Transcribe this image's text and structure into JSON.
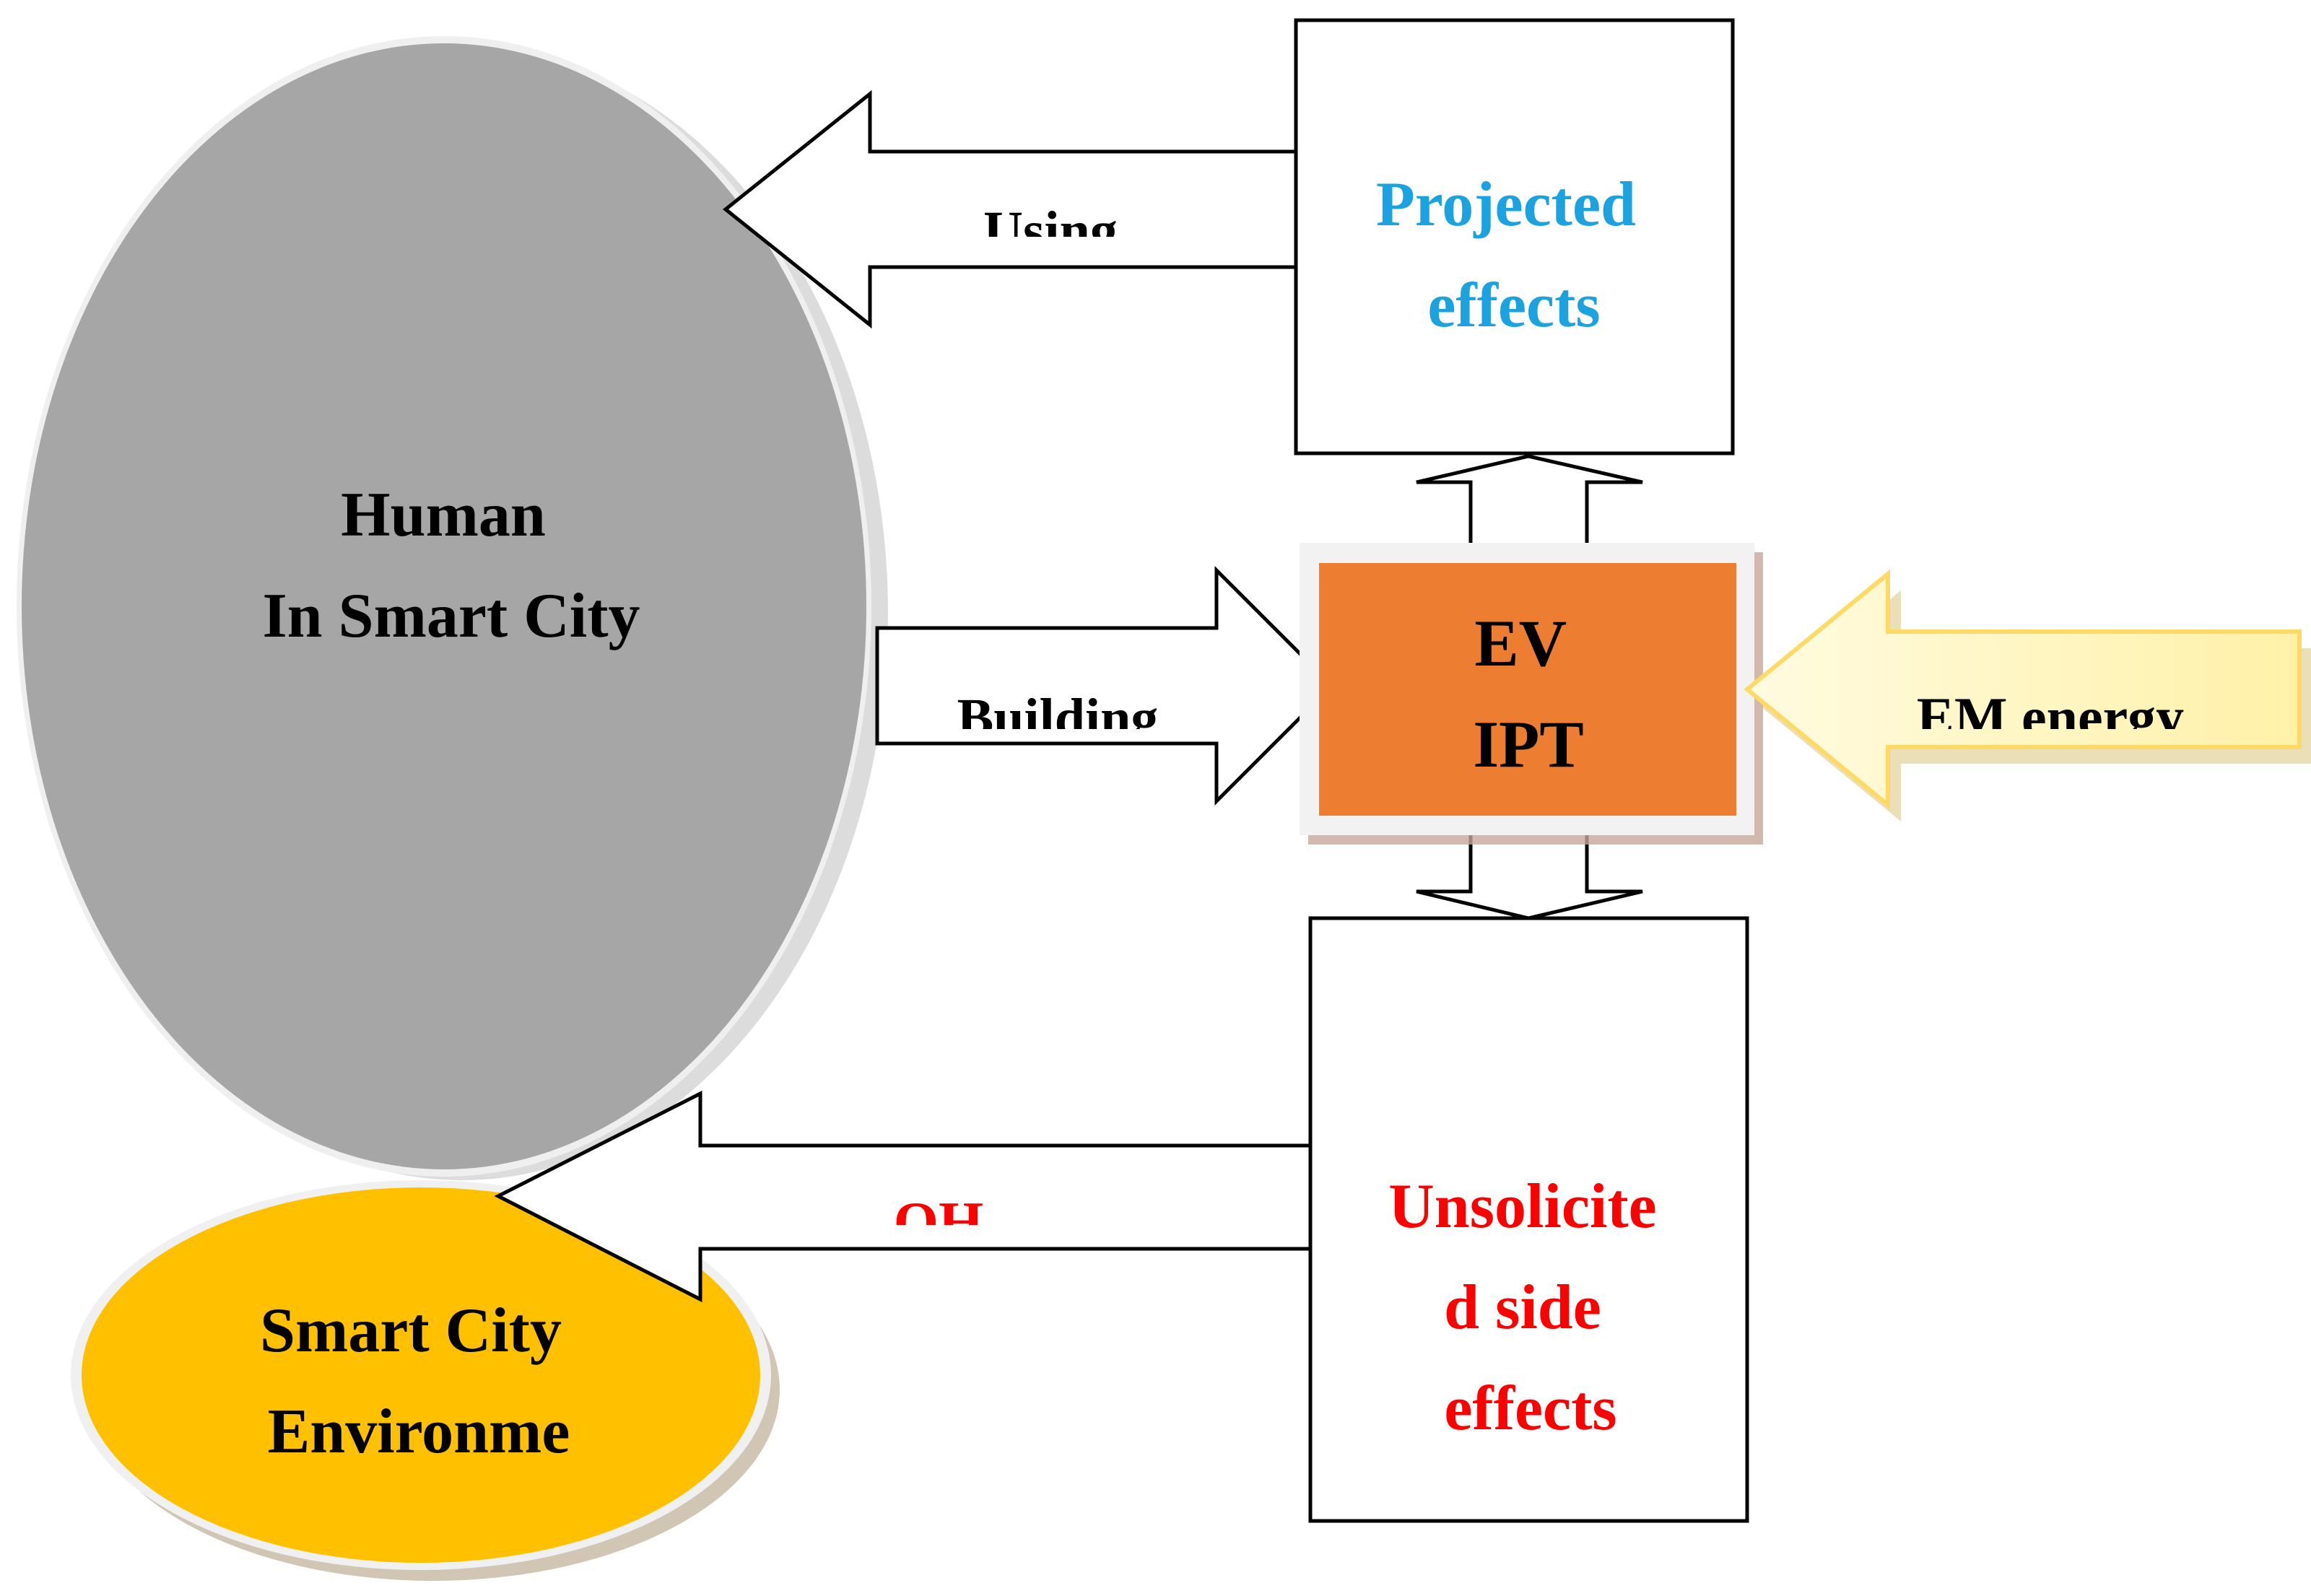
{
  "nodes": {
    "human": {
      "lines": [
        "Human",
        "In Smart City"
      ]
    },
    "environment": {
      "lines": [
        "Smart City",
        "Environme"
      ]
    },
    "ev_ipt": {
      "lines": [
        "EV",
        "IPT"
      ]
    },
    "projected": {
      "lines": [
        "Projected",
        "effects"
      ]
    },
    "unsolicited": {
      "lines": [
        "Unsolicite",
        "d side",
        "effects"
      ]
    }
  },
  "arrows": {
    "using": "Using",
    "building": "Building",
    "em_energy": "EM energy",
    "oh": "OH"
  },
  "colors": {
    "human_fill": "#a6a6a6",
    "environment_fill": "#ffc000",
    "ev_ipt_fill": "#ed7d31",
    "projected_text": "#1aa3e0",
    "unsolicited_text": "#ff0000",
    "em_arrow_fill": "#fff2b0",
    "em_arrow_stroke": "#ffd966",
    "outline": "#000000"
  }
}
